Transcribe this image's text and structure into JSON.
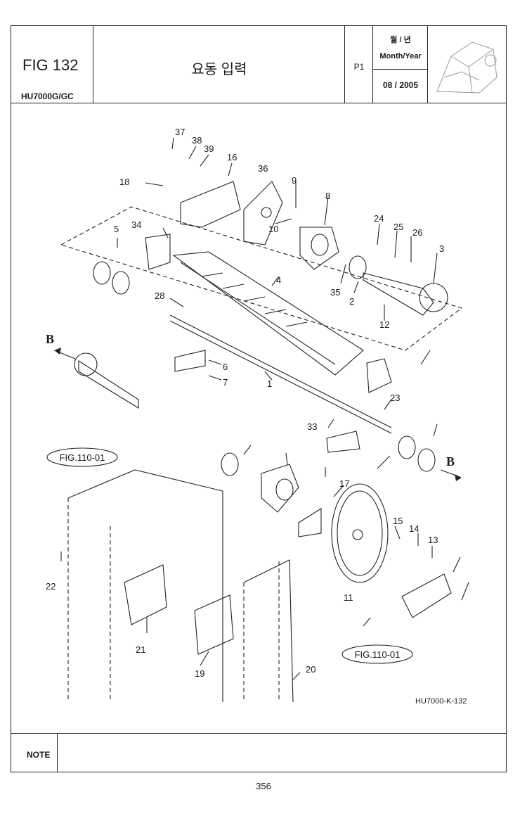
{
  "header": {
    "fig_title": "FIG 132",
    "model": "HU7000G/GC",
    "fig_name": "요동 입력",
    "page_code": "P1",
    "month_year_kor": "월 / 년",
    "month_year_eng": "Month/Year",
    "month_year_value": "08 / 2005"
  },
  "diagram": {
    "drawing_code": "HU7000-K-132",
    "ref_label": "FIG.110-01",
    "direction_label": "B",
    "callouts": [
      "37",
      "38",
      "39",
      "16",
      "36",
      "18",
      "9",
      "8",
      "24",
      "25",
      "26",
      "3",
      "5",
      "34",
      "10",
      "35",
      "2",
      "4",
      "28",
      "12",
      "6",
      "7",
      "1",
      "23",
      "33",
      "17",
      "15",
      "14",
      "13",
      "11",
      "22",
      "21",
      "19",
      "20"
    ]
  },
  "note": {
    "label": "NOTE"
  },
  "footer": {
    "page_number": "356"
  },
  "colors": {
    "ink": "#1a1a1a",
    "paper": "#ffffff"
  }
}
